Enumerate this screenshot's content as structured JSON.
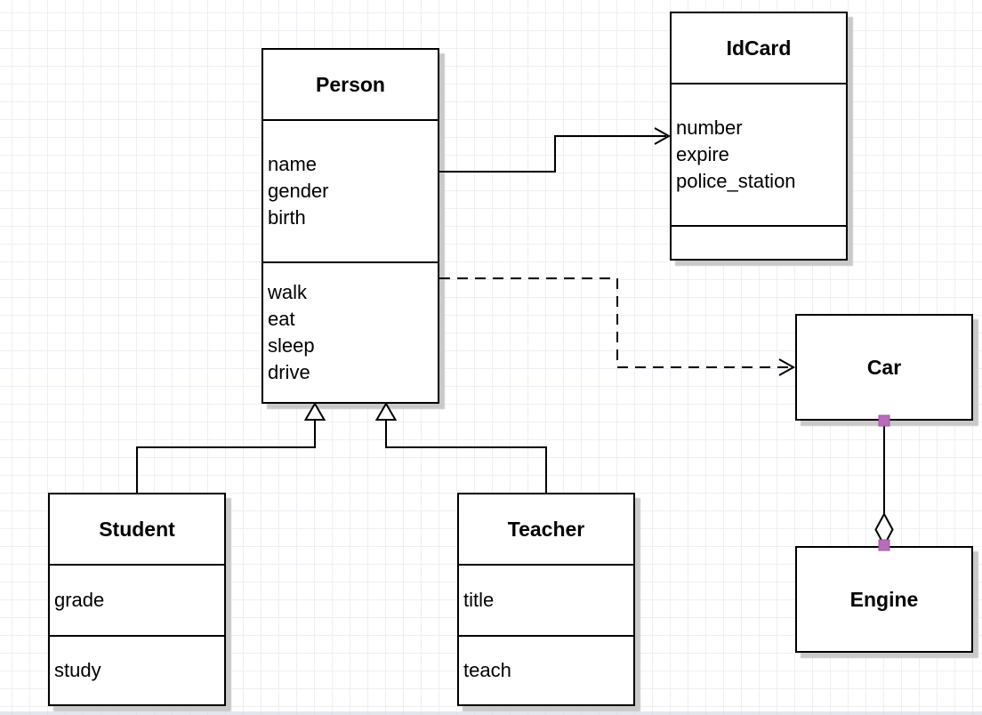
{
  "diagram": {
    "type": "uml-class-diagram",
    "classes": {
      "person": {
        "title": "Person",
        "attributes": [
          "name",
          "gender",
          "birth"
        ],
        "methods": [
          "walk",
          "eat",
          "sleep",
          "drive"
        ]
      },
      "idcard": {
        "title": "IdCard",
        "attributes": [
          "number",
          "expire",
          "police_station"
        ],
        "methods": []
      },
      "car": {
        "title": "Car",
        "attributes": [],
        "methods": []
      },
      "engine": {
        "title": "Engine",
        "attributes": [],
        "methods": []
      },
      "student": {
        "title": "Student",
        "attributes": [
          "grade"
        ],
        "methods": [
          "study"
        ]
      },
      "teacher": {
        "title": "Teacher",
        "attributes": [
          "title"
        ],
        "methods": [
          "teach"
        ]
      }
    },
    "relationships": [
      {
        "from": "Person",
        "to": "IdCard",
        "type": "association",
        "line": "solid",
        "arrowhead": "open"
      },
      {
        "from": "Person",
        "to": "Car",
        "type": "dependency",
        "line": "dashed",
        "arrowhead": "open"
      },
      {
        "from": "Student",
        "to": "Person",
        "type": "generalization",
        "line": "solid",
        "arrowhead": "hollow-triangle"
      },
      {
        "from": "Teacher",
        "to": "Person",
        "type": "generalization",
        "line": "solid",
        "arrowhead": "hollow-triangle"
      },
      {
        "from": "Car",
        "to": "Engine",
        "type": "aggregation",
        "line": "solid",
        "marker": "hollow-diamond",
        "endpoints": "purple-squares"
      }
    ],
    "colors": {
      "box_border": "#000000",
      "box_fill": "#ffffff",
      "connector": "#000000",
      "connection_point": "#ba6bba",
      "shadow": "#c9c9c9",
      "grid_line": "#edeff4",
      "background": "#ffffff"
    }
  }
}
